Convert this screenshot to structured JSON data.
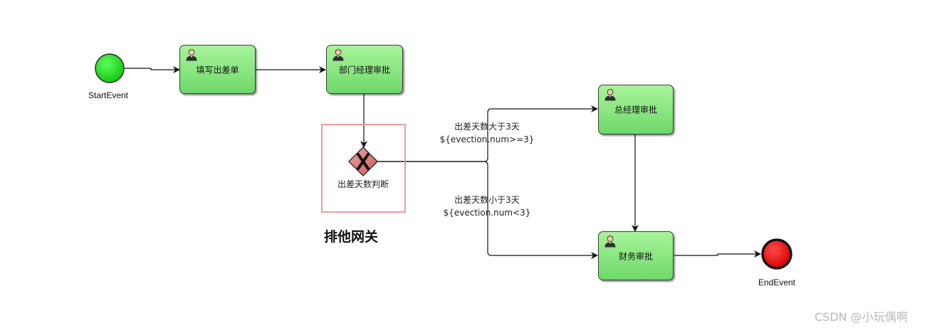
{
  "start_event": {
    "label": "StartEvent"
  },
  "end_event": {
    "label": "EndEvent"
  },
  "tasks": {
    "fill_form": {
      "label": "填写出差单",
      "icon": "user-icon"
    },
    "dept_manager": {
      "label": "部门经理审批",
      "icon": "user-icon"
    },
    "general_manager": {
      "label": "总经理审批",
      "icon": "user-icon"
    },
    "finance": {
      "label": "财务审批",
      "icon": "user-icon"
    }
  },
  "gateway": {
    "label": "出差天数判断",
    "type": "exclusive",
    "icon": "x-icon"
  },
  "flows": {
    "upper": {
      "name": "出差天数大于3天",
      "condition": "${evection.num>=3}"
    },
    "lower": {
      "name": "出差天数小于3天",
      "condition": "${evection.num<3}"
    }
  },
  "annotation": "排他网关",
  "watermark": "CSDN @小玩偶啊",
  "colors": {
    "start": "#22dd22",
    "end": "#ee0000",
    "task": "#8fe885",
    "gateway": "#e07a7a",
    "highlight": "#f1999a"
  }
}
